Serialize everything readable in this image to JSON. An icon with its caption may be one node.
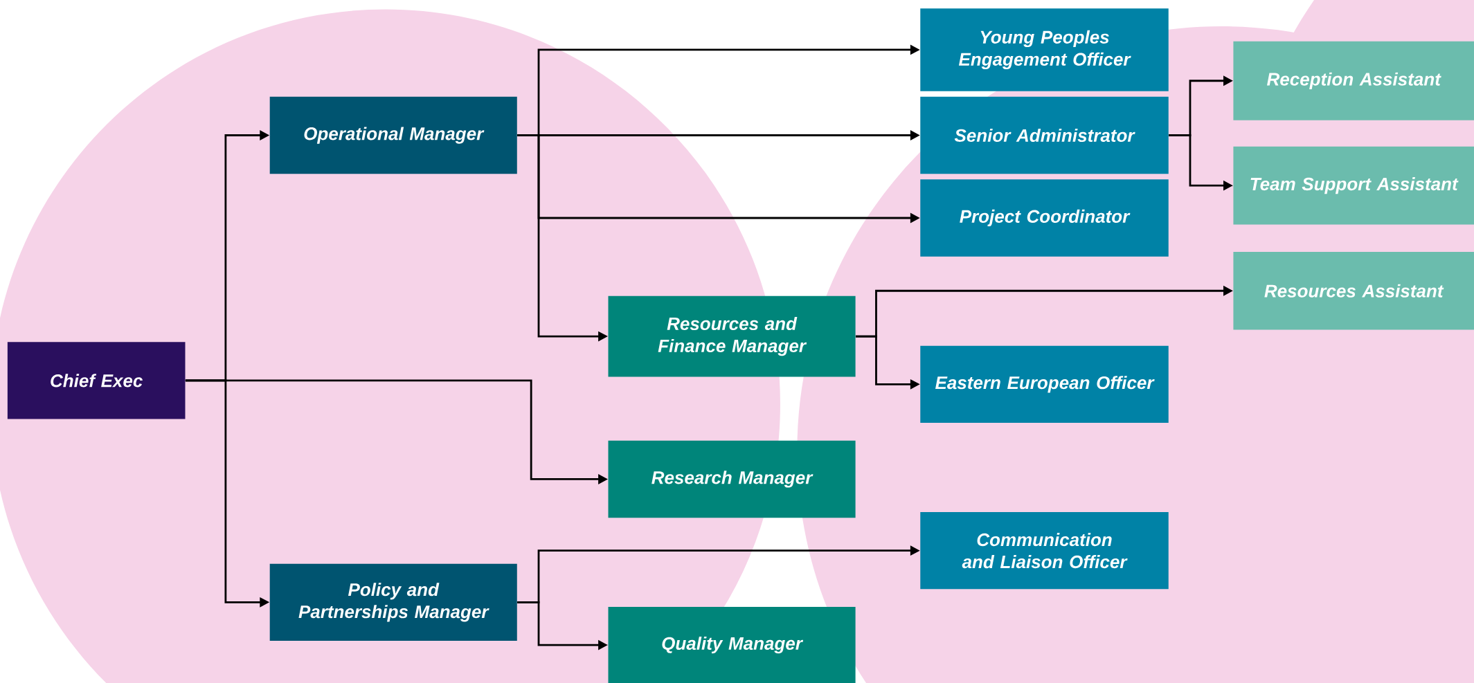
{
  "diagram": {
    "nodes": [
      {
        "text": [
          "Chief Exec"
        ]
      },
      {
        "text": [
          "Operational Manager"
        ]
      },
      {
        "text": [
          "Policy and Partnerships Manager"
        ]
      },
      {
        "text": [
          "Research Manager"
        ]
      },
      {
        "text": [
          "Resources and Finance Manager"
        ]
      },
      {
        "text": [
          "Quality Manager"
        ]
      },
      {
        "text": [
          "Young Peoples Engagement Officer"
        ]
      },
      {
        "text": [
          "Senior Administrator"
        ]
      },
      {
        "text": [
          "Project Coordinator"
        ]
      },
      {
        "text": [
          "Eastern European Officer"
        ]
      },
      {
        "text": [
          "Communication and Liaison Officer"
        ]
      },
      {
        "text": [
          "Reception Assistant"
        ]
      },
      {
        "text": [
          "Team Support Assistant"
        ]
      },
      {
        "text": [
          "Resources Assistant"
        ]
      }
    ],
    "edges": [
      {
        "from": 0,
        "to": 1,
        "arrow": "to"
      },
      {
        "from": 0,
        "to": 2,
        "arrow": "to"
      },
      {
        "from": 0,
        "to": 3,
        "arrow": "to"
      },
      {
        "from": 1,
        "to": 6,
        "arrow": "to"
      },
      {
        "from": 1,
        "to": 7,
        "arrow": "to"
      },
      {
        "from": 1,
        "to": 8,
        "arrow": "to"
      },
      {
        "from": 1,
        "to": 4,
        "arrow": "to"
      },
      {
        "from": 4,
        "to": 13,
        "arrow": "to"
      },
      {
        "from": 4,
        "to": 9,
        "arrow": "to"
      },
      {
        "from": 7,
        "to": 11,
        "arrow": "to"
      },
      {
        "from": 7,
        "to": 12,
        "arrow": "to"
      },
      {
        "from": 2,
        "to": 10,
        "arrow": "to"
      },
      {
        "from": 2,
        "to": 5,
        "arrow": "to"
      }
    ]
  }
}
